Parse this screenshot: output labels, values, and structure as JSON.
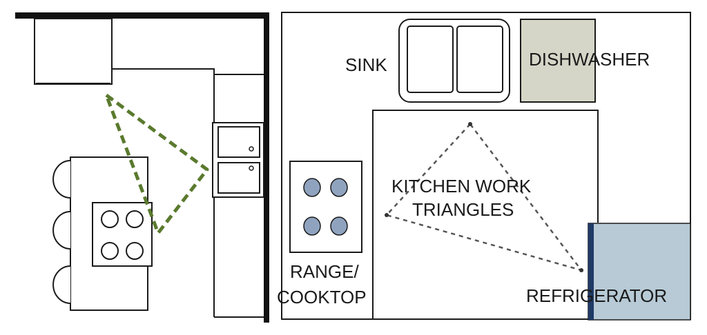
{
  "labels": {
    "sink": "SINK",
    "dishwasher": "DISHWASHER",
    "work_triangle_line1": "KITCHEN WORK",
    "work_triangle_line2": "TRIANGLES",
    "range_line1": "RANGE/",
    "range_line2": "COOKTOP",
    "refrigerator": "REFRIGERATOR"
  },
  "colors": {
    "outline": "#1a1a1a",
    "wall": "#111111",
    "triangle_green": "#5a7a2e",
    "triangle_gray": "#555555",
    "burner_fill": "#8fa3bf",
    "dishwasher_fill": "#d6d6c8",
    "refrigerator_fill": "#b7cad6",
    "refrigerator_edge": "#1f3a66"
  },
  "icons": {
    "left_sink": "double-sink-icon",
    "island_cooktop": "cooktop-icon",
    "stools": "stool-icon",
    "right_sink": "double-sink-icon",
    "range_burners": "cooktop-icon"
  }
}
